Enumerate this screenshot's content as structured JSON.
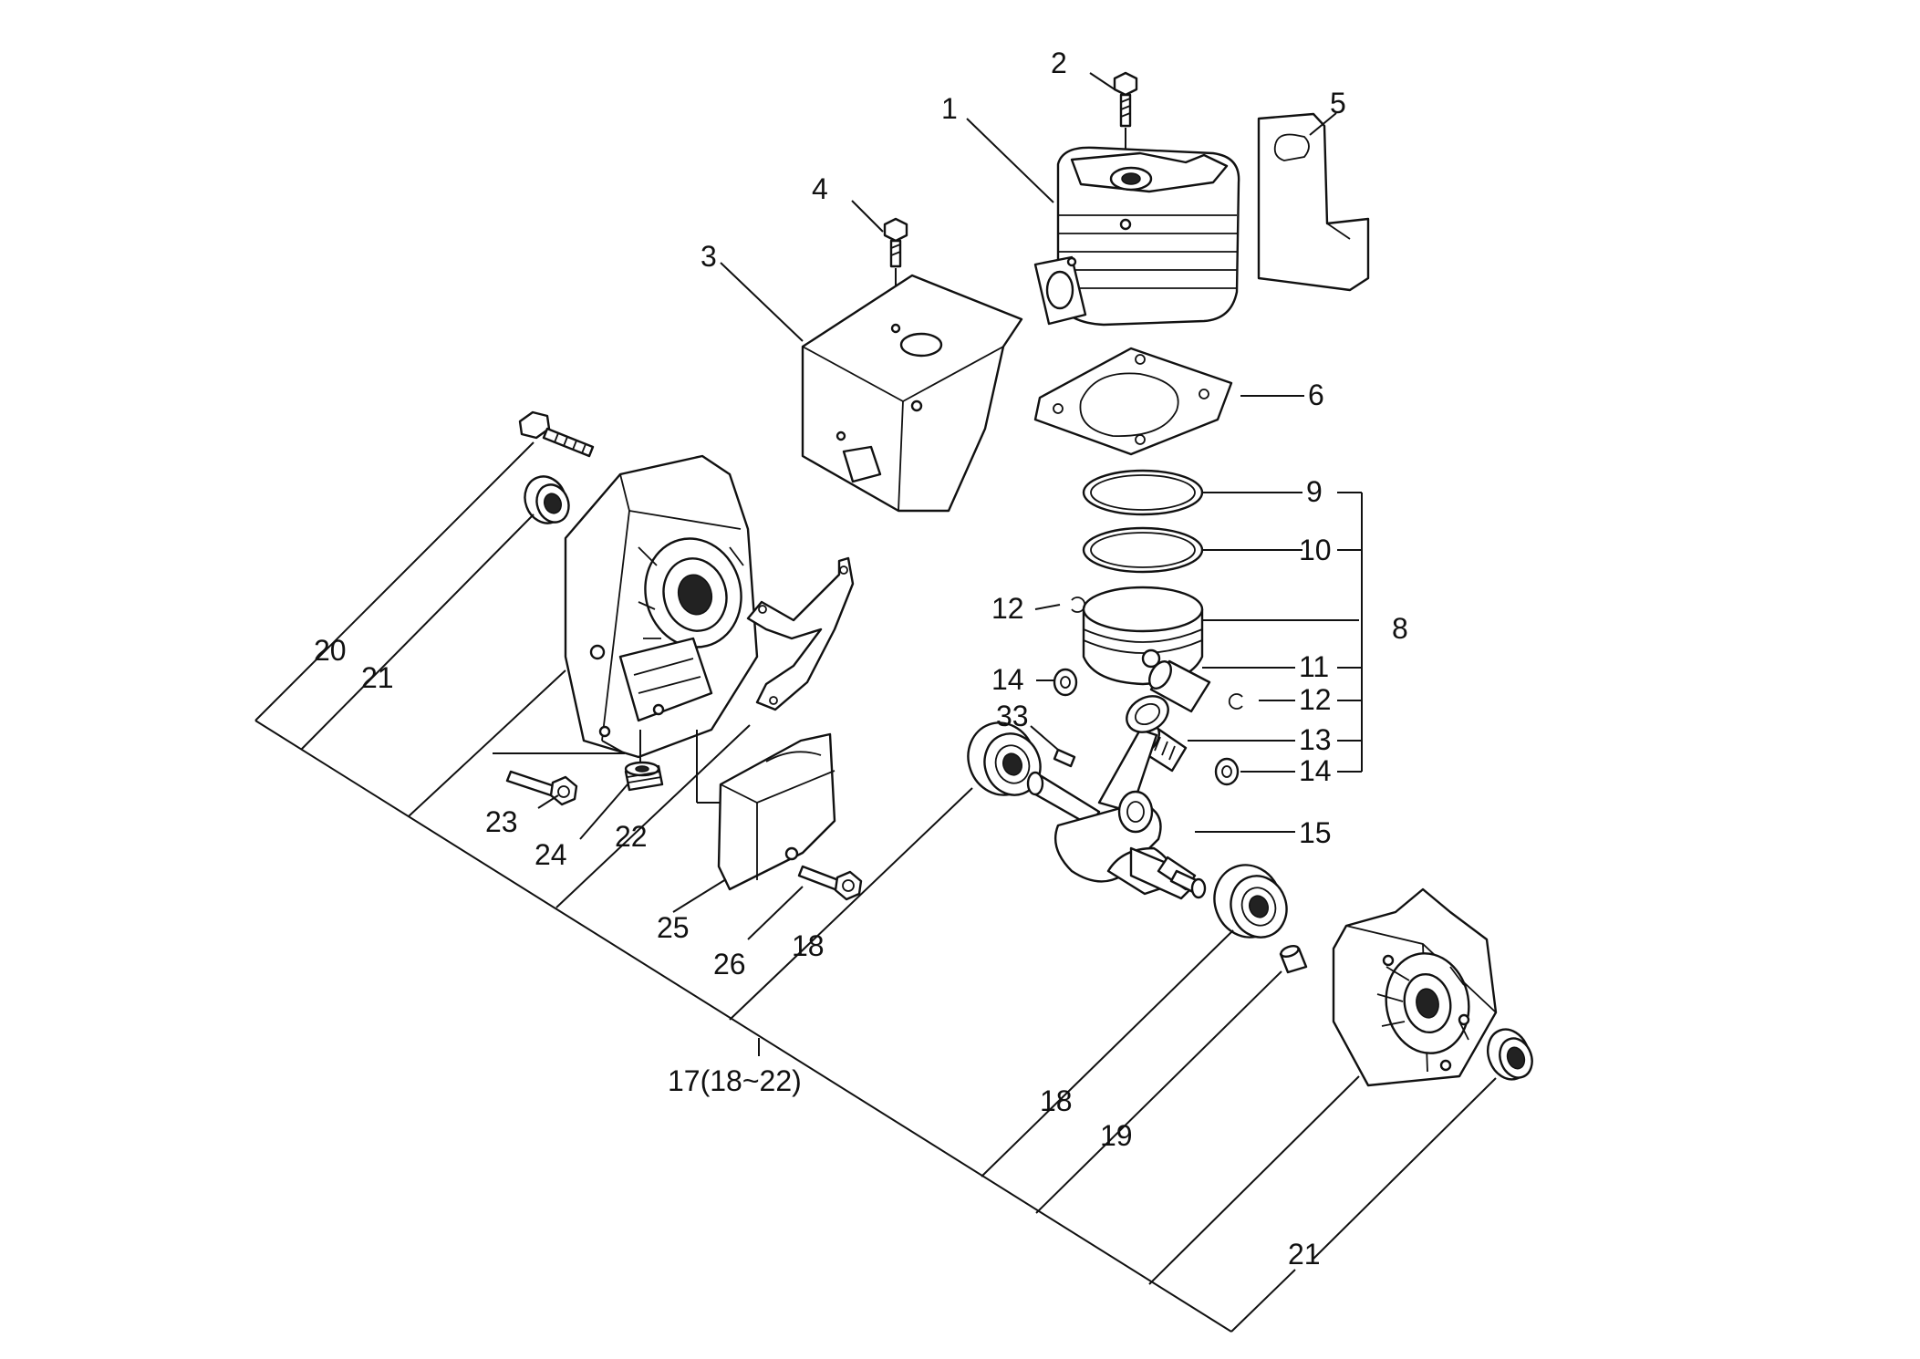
{
  "labels": {
    "l1": "1",
    "l2": "2",
    "l3": "3",
    "l4": "4",
    "l5": "5",
    "l6": "6",
    "l8": "8",
    "l9": "9",
    "l10": "10",
    "l11": "11",
    "l12a": "12",
    "l12b": "12",
    "l13": "13",
    "l14a": "14",
    "l14b": "14",
    "l15": "15",
    "l17": "17(18~22)",
    "l18a": "18",
    "l18b": "18",
    "l19": "19",
    "l20": "20",
    "l21a": "21",
    "l21b": "21",
    "l22": "22",
    "l23": "23",
    "l24": "24",
    "l25": "25",
    "l26": "26",
    "l33": "33"
  }
}
